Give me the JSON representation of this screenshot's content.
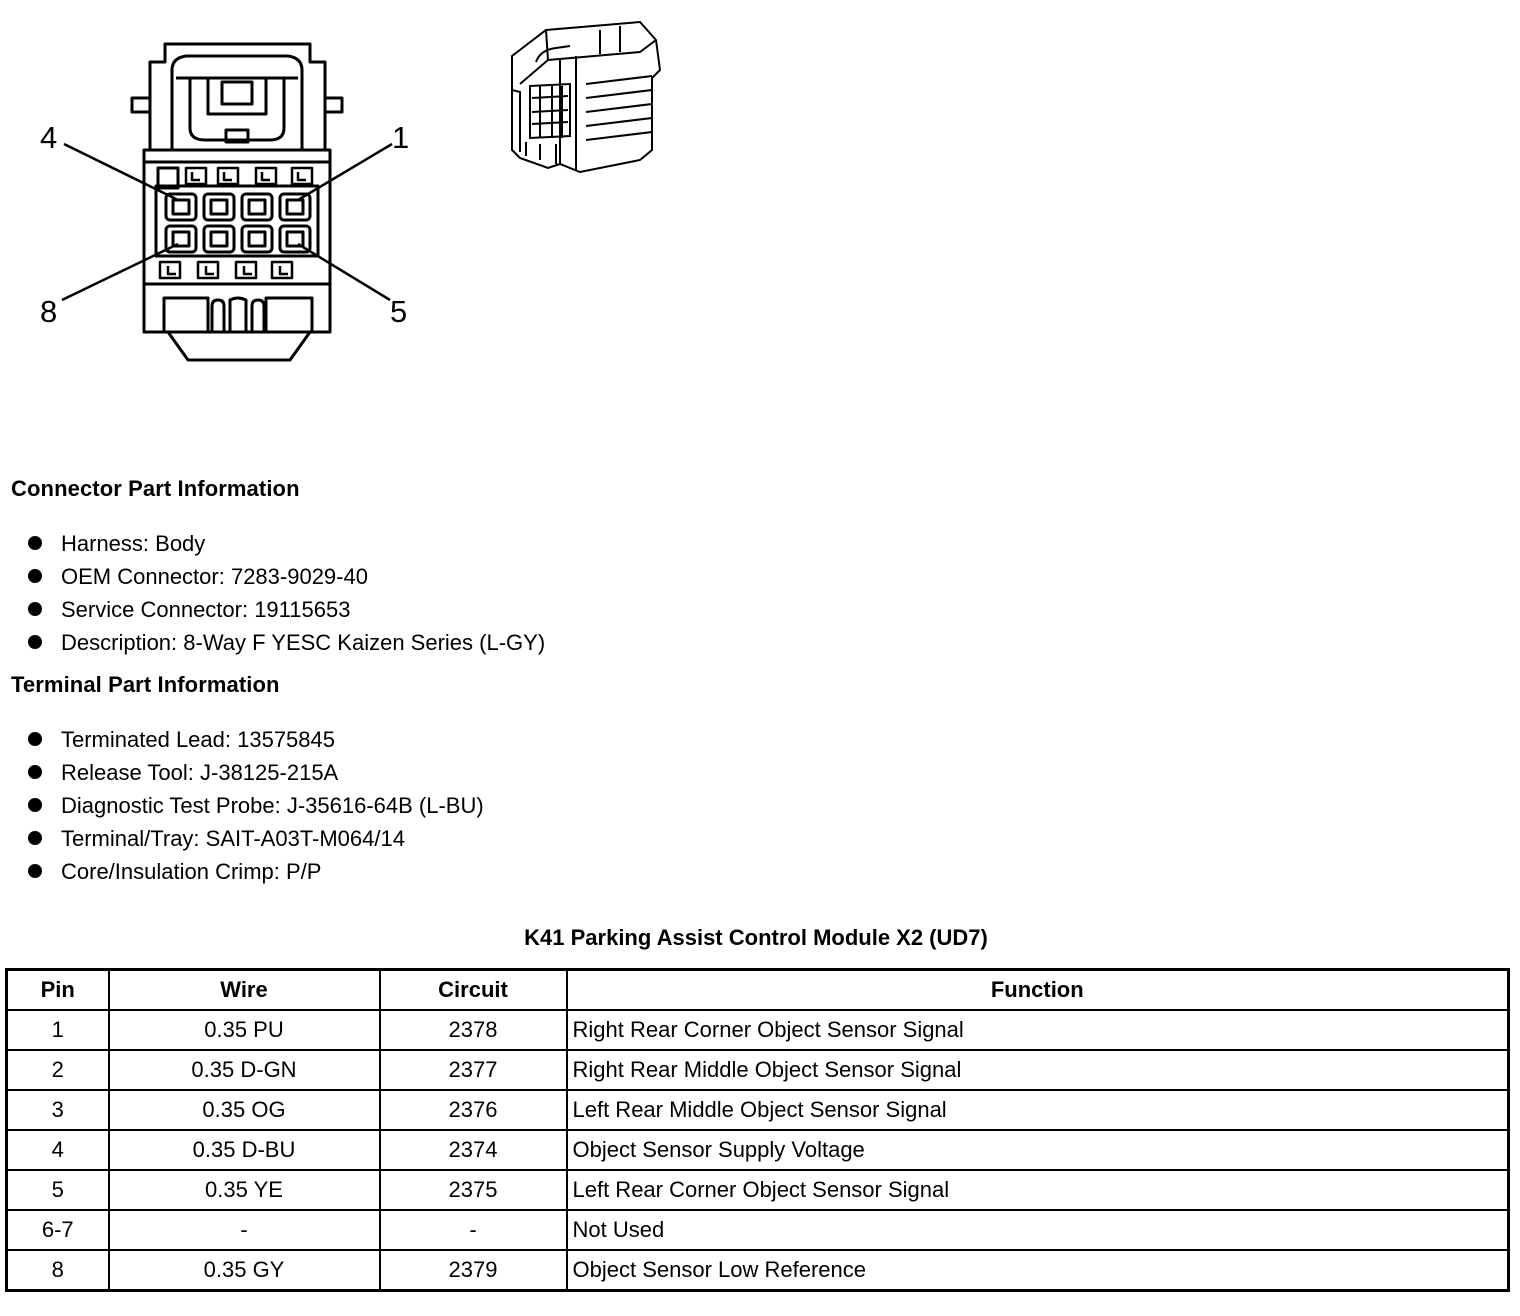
{
  "connector_diagram": {
    "pin_labels": [
      "4",
      "1",
      "8",
      "5"
    ]
  },
  "connector_part_info": {
    "heading": "Connector Part Information",
    "items": [
      "Harness: Body",
      "OEM Connector: 7283-9029-40",
      "Service Connector: 19115653",
      "Description: 8-Way F YESC Kaizen Series (L-GY)"
    ]
  },
  "terminal_part_info": {
    "heading": "Terminal Part Information",
    "items": [
      "Terminated Lead: 13575845",
      "Release Tool: J-38125-215A",
      "Diagnostic Test Probe: J-35616-64B (L-BU)",
      "Terminal/Tray: SAIT-A03T-M064/14",
      "Core/Insulation Crimp: P/P"
    ]
  },
  "pin_table": {
    "title": "K41 Parking Assist Control Module X2 (UD7)",
    "headers": [
      "Pin",
      "Wire",
      "Circuit",
      "Function"
    ],
    "rows": [
      [
        "1",
        "0.35 PU",
        "2378",
        "Right Rear Corner Object Sensor Signal"
      ],
      [
        "2",
        "0.35 D-GN",
        "2377",
        "Right Rear Middle Object Sensor Signal"
      ],
      [
        "3",
        "0.35 OG",
        "2376",
        "Left Rear Middle Object Sensor Signal"
      ],
      [
        "4",
        "0.35 D-BU",
        "2374",
        "Object Sensor Supply Voltage"
      ],
      [
        "5",
        "0.35 YE",
        "2375",
        "Left Rear Corner Object Sensor Signal"
      ],
      [
        "6-7",
        "-",
        "-",
        "Not Used"
      ],
      [
        "8",
        "0.35 GY",
        "2379",
        "Object Sensor Low Reference"
      ]
    ]
  }
}
